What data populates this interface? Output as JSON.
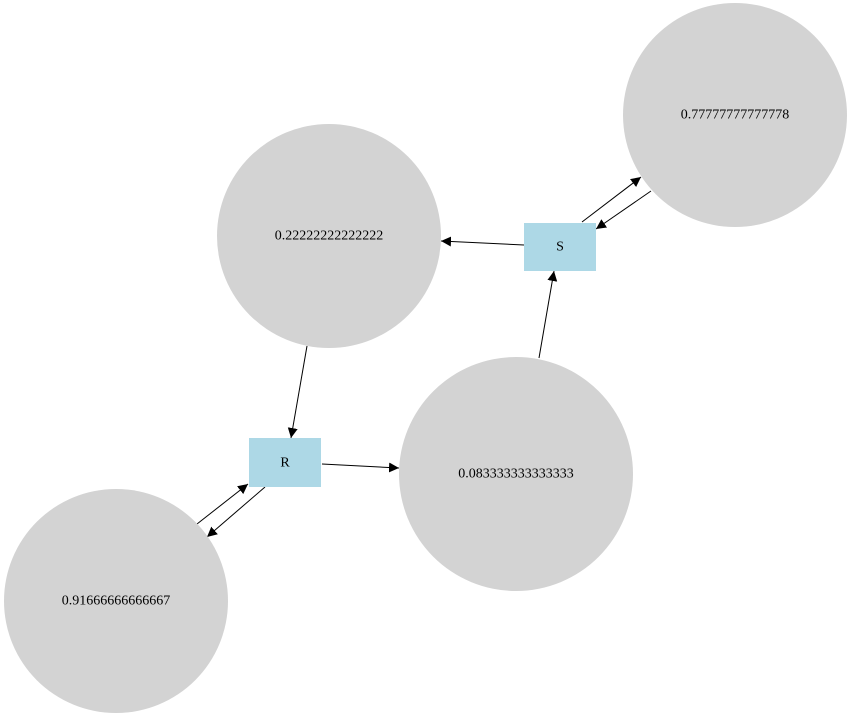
{
  "diagram": {
    "colors": {
      "state_fill": "#d3d3d3",
      "action_fill": "#add8e6",
      "edge": "#000000",
      "background": "#ffffff"
    },
    "states": {
      "s1": {
        "label": "0.22222222222222"
      },
      "s2": {
        "label": "0.77777777777778"
      },
      "s3": {
        "label": "0.083333333333333"
      },
      "s4": {
        "label": "0.91666666666667"
      }
    },
    "actions": {
      "a_s": {
        "label": "S"
      },
      "a_r": {
        "label": "R"
      }
    },
    "edges": [
      {
        "from": "a_s",
        "to": "s1"
      },
      {
        "from": "a_s",
        "to": "s2"
      },
      {
        "from": "s2",
        "to": "a_s"
      },
      {
        "from": "s3",
        "to": "a_s"
      },
      {
        "from": "s1",
        "to": "a_r"
      },
      {
        "from": "a_r",
        "to": "s3"
      },
      {
        "from": "a_r",
        "to": "s4"
      },
      {
        "from": "s4",
        "to": "a_r"
      }
    ]
  }
}
